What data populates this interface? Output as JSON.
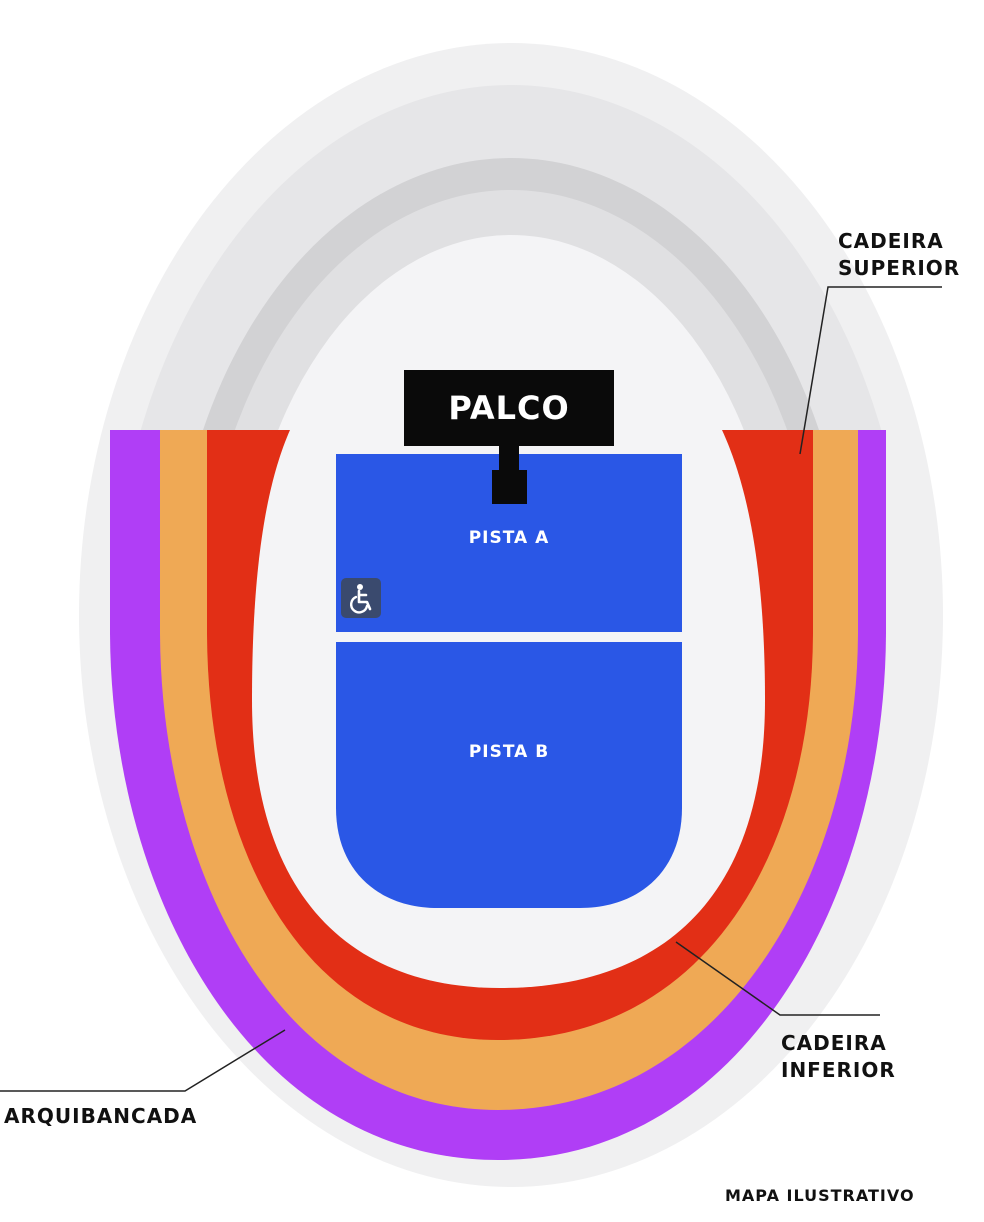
{
  "stage": {
    "label": "PALCO"
  },
  "sectors": {
    "pista_a": "PISTA A",
    "pista_b": "PISTA B"
  },
  "labels": {
    "cadeira_superior_line1": "CADEIRA",
    "cadeira_superior_line2": "SUPERIOR",
    "cadeira_inferior_line1": "CADEIRA",
    "cadeira_inferior_line2": "INFERIOR",
    "arquibancada": "ARQUIBANCADA",
    "footnote": "MAPA ILUSTRATIVO"
  },
  "icons": {
    "accessibility": "wheelchair-icon"
  },
  "colors": {
    "background": "#ffffff",
    "outer_ring": "#f0f0f1",
    "arquibancada": "#b03ef6",
    "cadeira_inferior_outer": "#efa955",
    "cadeira_inferior_inner": "#e22f16",
    "cadeira_superior_light": "#e6e6e8",
    "cadeira_superior_dark": "#d2d2d4",
    "field": "#f4f4f6",
    "pista": "#2a57e6",
    "stage": "#0a0a0a",
    "accessibility_badge": "#3a4a6e"
  }
}
